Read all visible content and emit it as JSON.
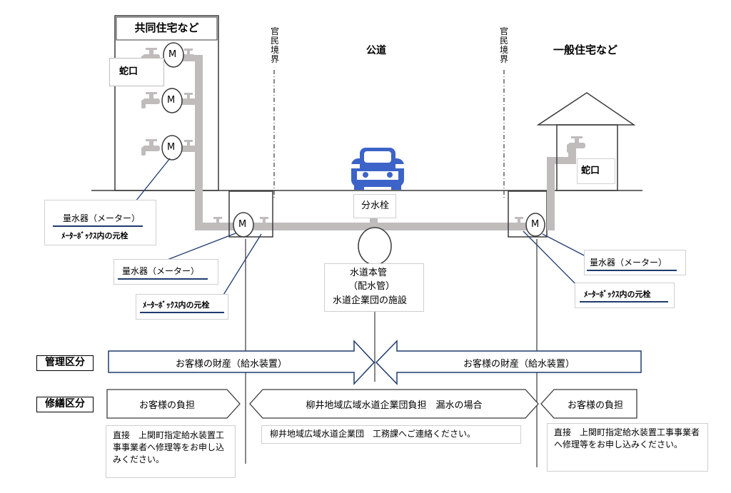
{
  "labels": {
    "apartment_title": "共同住宅など",
    "public_road": "公道",
    "house_title": "一般住宅など",
    "boundary_left": [
      "官",
      "民",
      "境",
      "界"
    ],
    "boundary_right": [
      "官",
      "民",
      "境",
      "界"
    ],
    "faucet_left": "蛇口",
    "faucet_right": "蛇口",
    "meter_symbol": "M",
    "branch_valve": "分水栓",
    "main_pipe_line1": "水道本管",
    "main_pipe_line2": "（配水管）",
    "main_pipe_line3": "水道企業団の施設",
    "callout_left_meter": "量水器（メーター）",
    "callout_left_valve": "ﾒｰﾀｰﾎﾞｯｸｽ内の元栓",
    "callout_mid_meter": "量水器（メーター）",
    "callout_mid_valve": "ﾒｰﾀｰﾎﾞｯｸｽ内の元栓",
    "callout_right_meter": "量水器（メーター）",
    "callout_right_valve": "ﾒｰﾀｰﾎﾞｯｸｽ内の元栓"
  },
  "management": {
    "tag": "管理区分",
    "left_arrow": "お客様の財産（給水装置）",
    "right_arrow": "お客様の財産（給水装置）"
  },
  "repair": {
    "tag": "修繕区分",
    "left_arrow": "お客様の負担",
    "middle_arrow": "柳井地域広域水道企業団負担　漏水の場合",
    "right_arrow": "お客様の負担",
    "left_note": "直接　上関町指定給水装置工事事業者へ修理等をお申し込みください。",
    "middle_note": "柳井地域広域水道企業団　工務課へご連絡ください。",
    "right_note": "直接　上関町指定給水装置工事事業者へ修理等をお申し込みください。"
  },
  "colors": {
    "pipe": "#c0bcbc",
    "line": "#1f3b6e",
    "car": "#3c63c8"
  }
}
